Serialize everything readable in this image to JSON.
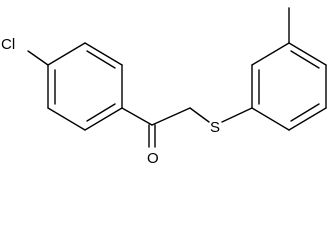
{
  "structure": {
    "atom_labels": {
      "chlorine": "Cl",
      "sulfur": "S",
      "oxygen": "O"
    },
    "colors": {
      "bond": "#000000",
      "label": "#000000",
      "background": "#ffffff"
    }
  }
}
